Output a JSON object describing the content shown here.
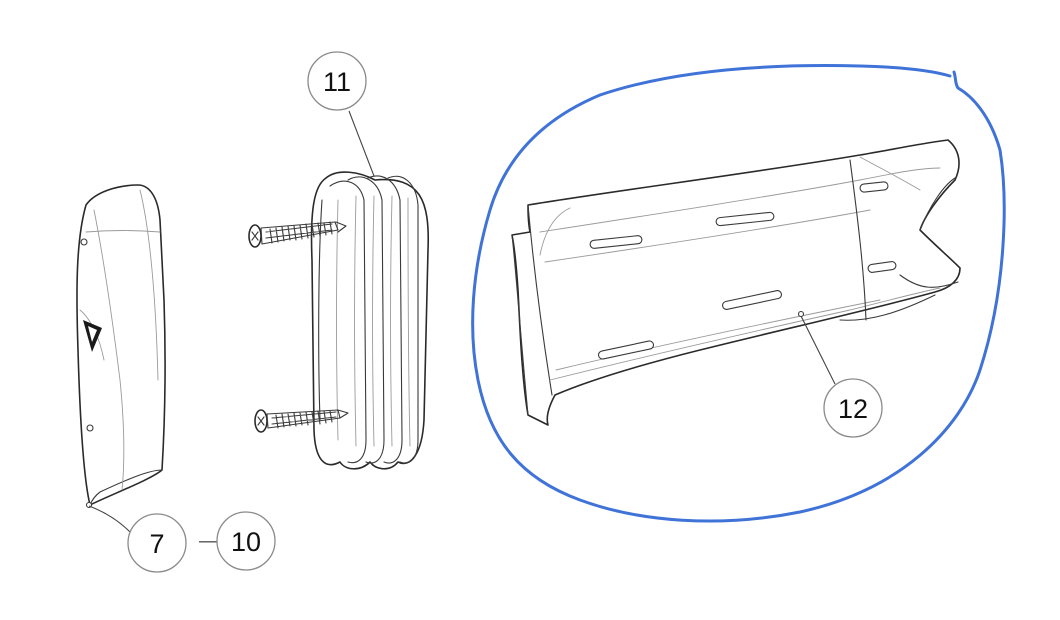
{
  "callouts": {
    "c7": "7",
    "c10": "10",
    "c11": "11",
    "c12": "12",
    "range_dash": "—"
  },
  "colors": {
    "highlight_marker": "#3f73d8",
    "line_art": "#2a2a2a",
    "callout_border": "#8a8a8a"
  },
  "icons": {
    "brand_mark": "triumph-logo-icon"
  }
}
